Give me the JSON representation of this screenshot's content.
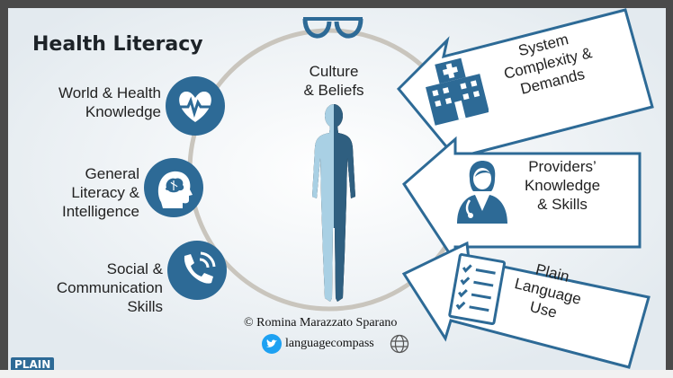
{
  "title": "Health Literacy",
  "left_factors": [
    {
      "lines": [
        "World & Health",
        "Knowledge"
      ],
      "icon": "heart-pulse-icon"
    },
    {
      "lines": [
        "General",
        "Literacy &",
        "Intelligence"
      ],
      "icon": "head-brain-icon"
    },
    {
      "lines": [
        "Social &",
        "Communication",
        "Skills"
      ],
      "icon": "phone-icon"
    }
  ],
  "center": {
    "lines": [
      "Culture",
      "& Beliefs"
    ],
    "icon": "glasses-icon",
    "figure_icon": "human-figure-icon"
  },
  "right_factors": [
    {
      "lines": [
        "System",
        "Complexity &",
        "Demands"
      ],
      "icon": "hospital-icon"
    },
    {
      "lines": [
        "Providers’",
        "Knowledge",
        "& Skills"
      ],
      "icon": "doctor-icon"
    },
    {
      "lines": [
        "Plain",
        "Language",
        "Use"
      ],
      "icon": "checklist-icon"
    }
  ],
  "credit": {
    "author": "© Romina Marazzato Sparano",
    "handle": "languagecompass",
    "icons": [
      "twitter-icon",
      "globe-icon"
    ]
  },
  "badge": "PLAIN",
  "colors": {
    "accent": "#2d6a96",
    "accent_light": "#9fc7dd",
    "ring": "#c9c5bd",
    "background": "#eef3f6"
  }
}
